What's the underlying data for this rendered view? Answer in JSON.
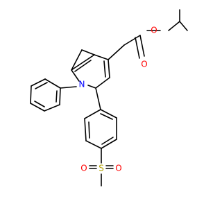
{
  "molecule": {
    "atoms": {
      "o_ester_single": "O",
      "o_ester_double": "O",
      "n_pyrrole": "N",
      "s_sulfone": "S",
      "o_sulfone_left": "O",
      "o_sulfone_right": "O"
    },
    "colors": {
      "bond": "#000000",
      "oxygen": "#ff0000",
      "nitrogen": "#0000ff",
      "sulfur": "#b3a200"
    }
  }
}
